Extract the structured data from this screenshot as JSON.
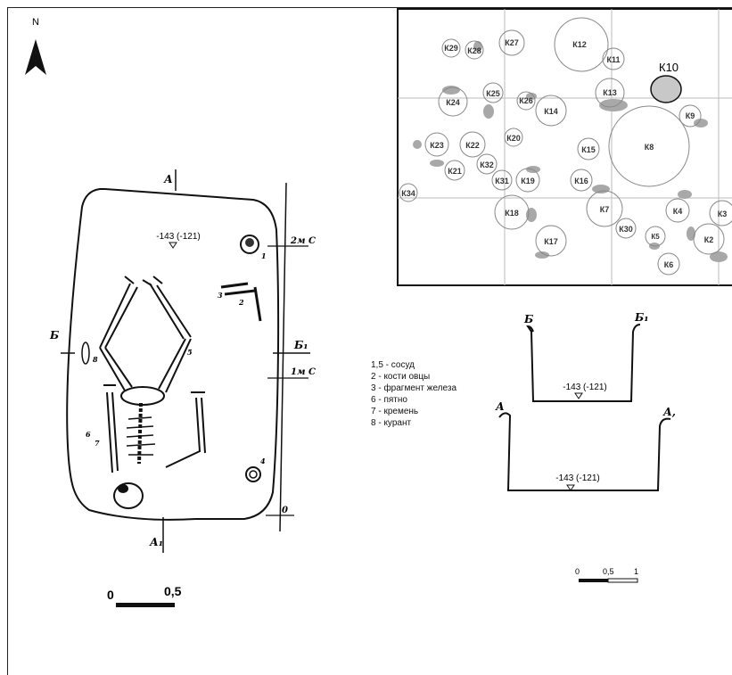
{
  "north_label": "N",
  "plan": {
    "section_top": "А",
    "section_bottom": "А₁",
    "section_left": "Б",
    "section_right": "Б₁",
    "depth_label": "-143 (-121)",
    "scale_ticks": [
      "2м С",
      "1м С",
      "0"
    ],
    "scale_left": "0",
    "scale_right": "0,5",
    "find_labels": [
      "1",
      "2",
      "3",
      "4",
      "5",
      "6",
      "7",
      "8"
    ]
  },
  "legend": [
    "1,5 - сосуд",
    "2 - кости овцы",
    "3 - фрагмент железа",
    "6 - пятно",
    "7 - кремень",
    "8 - курант"
  ],
  "sections": {
    "b_left": "Б",
    "b_right": "Б₁",
    "b_depth": "-143 (-121)",
    "a_left": "А",
    "a_right": "А,",
    "a_depth": "-143 (-121)",
    "scale_labels": [
      "0",
      "0,5",
      "1"
    ]
  },
  "site_map": {
    "highlight": "К10",
    "kurgans": [
      "К29",
      "К28",
      "К27",
      "К12",
      "К11",
      "К25",
      "К13",
      "К24",
      "К26",
      "К14",
      "К9",
      "К23",
      "К22",
      "К20",
      "К15",
      "К8",
      "К21",
      "К32",
      "К31",
      "К19",
      "К16",
      "К34",
      "К18",
      "К7",
      "К4",
      "К3",
      "К30",
      "К5",
      "К2",
      "К17",
      "К6"
    ]
  }
}
